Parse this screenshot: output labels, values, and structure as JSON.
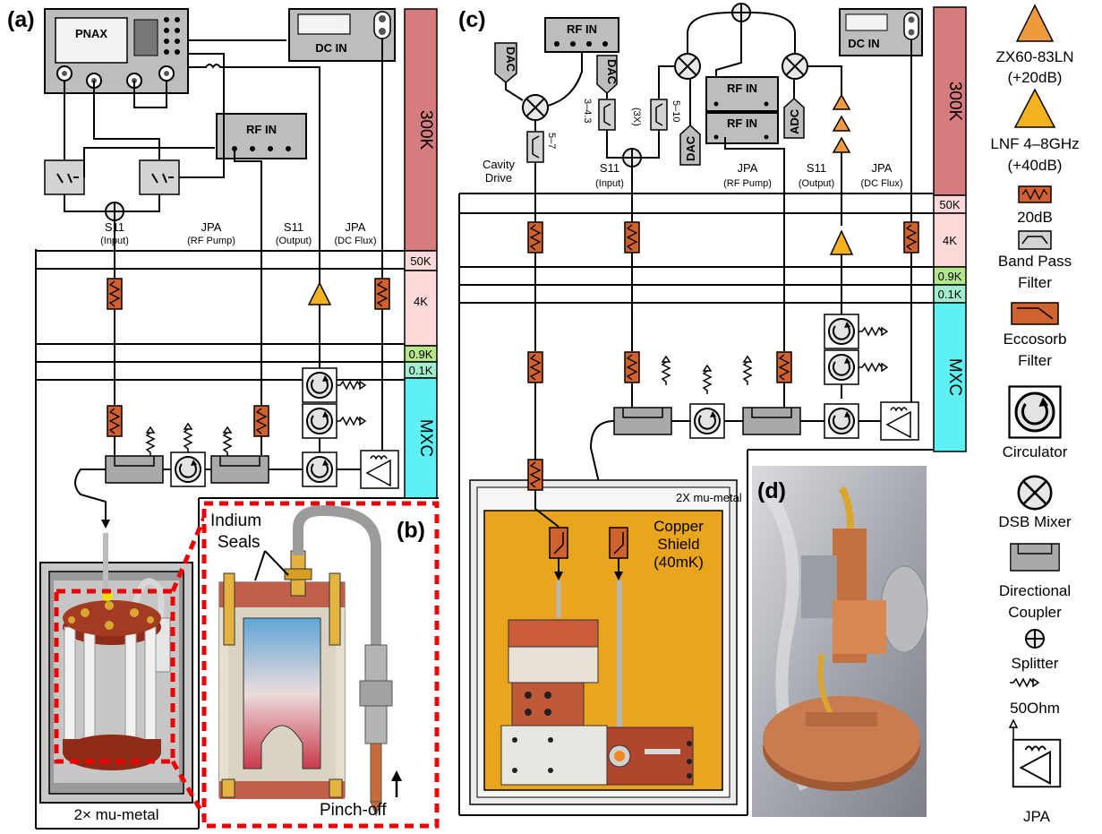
{
  "panels": {
    "a": "(a)",
    "b": "(b)",
    "c": "(c)",
    "d": "(d)"
  },
  "instruments": {
    "pnax": "PNAX",
    "dc_in": "DC IN",
    "rf_in": "RF IN",
    "dac": "DAC",
    "adc": "ADC"
  },
  "stages": {
    "room": "300K",
    "k50": "50K",
    "k4": "4K",
    "k09": "0.9K",
    "k01": "0.1K",
    "mxc": "MXC"
  },
  "a_labels": {
    "s11_input": "S11",
    "s11_input_sub": "(Input)",
    "jpa_pump": "JPA",
    "jpa_pump_sub": "(RF Pump)",
    "s11_output": "S11",
    "s11_output_sub": "(Output)",
    "jpa_flux": "JPA",
    "jpa_flux_sub": "(DC Flux)",
    "mumetal": "2× mu-metal"
  },
  "b_labels": {
    "indium_1": "Indium",
    "indium_2": "Seals",
    "pinch": "Pinch-off"
  },
  "c_labels": {
    "cavity_1": "Cavity",
    "cavity_2": "Drive",
    "bp_57": "5–7",
    "bp_343": "3–4.3",
    "bp_510": "5–10",
    "x3": "(3X)",
    "s11_input": "S11",
    "s11_input_sub": "(Input)",
    "jpa_pump": "JPA",
    "jpa_pump_sub": "(RF Pump)",
    "s11_output": "S11",
    "s11_output_sub": "(Output)",
    "jpa_flux": "JPA",
    "jpa_flux_sub": "(DC Flux)",
    "mumetal": "2X mu-metal",
    "copper_1": "Copper",
    "copper_2": "Shield",
    "copper_3": "(40mK)"
  },
  "legend": {
    "hemt_1": "ZX60-83LN",
    "hemt_2": "(+20dB)",
    "lnf_1": "LNF 4–8GHz",
    "lnf_2": "(+40dB)",
    "atten": "20dB",
    "bpf_1": "Band Pass",
    "bpf_2": "Filter",
    "ecco_1": "Eccosorb",
    "ecco_2": "Filter",
    "circ": "Circulator",
    "mixer": "DSB Mixer",
    "dc_1": "Directional",
    "dc_2": "Coupler",
    "split": "Splitter",
    "term": "50Ohm",
    "jpa": "JPA"
  },
  "colors": {
    "room": "#d67c7e",
    "k4": "#fbd9d9",
    "k09": "#b6e68c",
    "k01": "#a2eed1",
    "mxc": "#5ff0f3",
    "amp": "#f09a3e",
    "lnf": "#f4b21c",
    "atten": "#d0622f",
    "copper": "#e9a51e",
    "grey": "#d3d3d3"
  }
}
